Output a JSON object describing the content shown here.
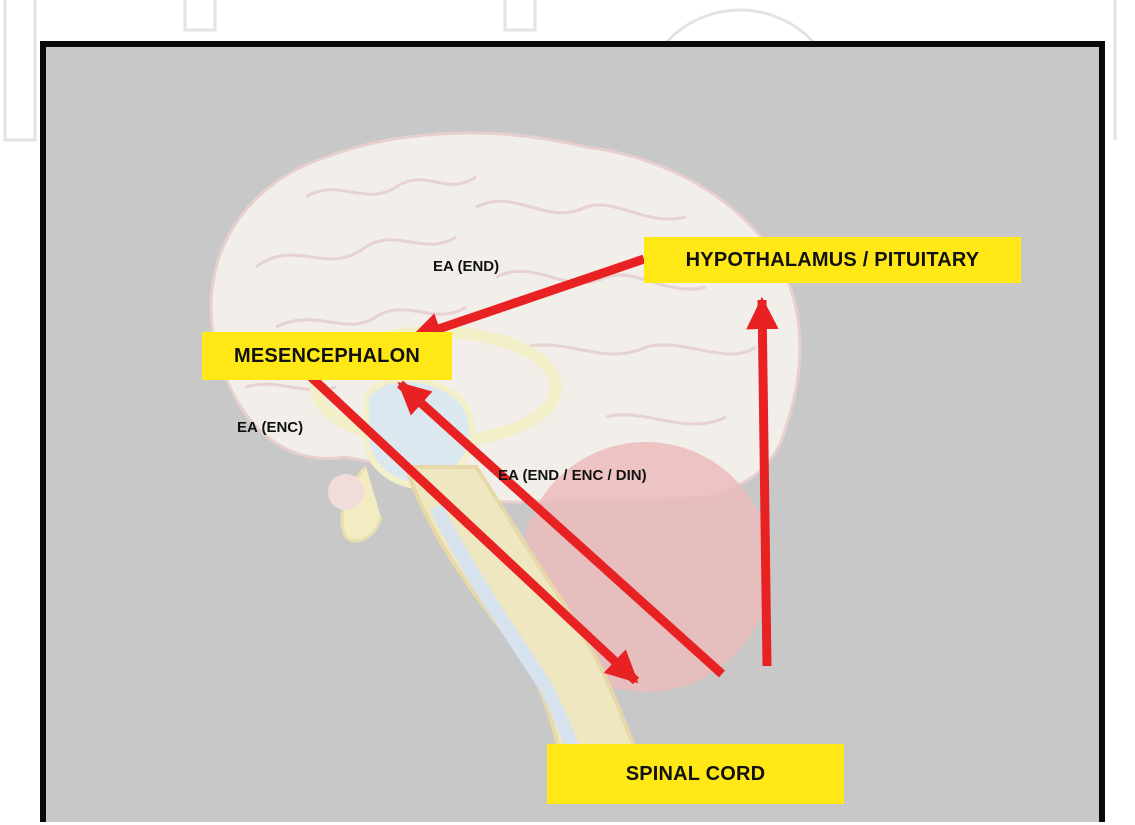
{
  "diagram": {
    "nodes": {
      "hypothalamus": "HYPOTHALAMUS / PITUITARY",
      "mesencephalon": "MESENCEPHALON",
      "spinal_cord": "SPINAL CORD"
    },
    "edges": [
      {
        "from": "hypothalamus",
        "to": "mesencephalon",
        "label": "EA (END)"
      },
      {
        "from": "mesencephalon",
        "to": "spinal_cord",
        "label": "EA (ENC)"
      },
      {
        "from": "spinal_cord",
        "to": "mesencephalon",
        "label": "EA (END / ENC / DIN)"
      },
      {
        "from": "spinal_cord",
        "to": "hypothalamus",
        "label": ""
      }
    ]
  },
  "colors": {
    "background": "#c8c8c8",
    "box": "#ffe815",
    "arrow": "#e82222",
    "frame": "#0a0a0a"
  }
}
